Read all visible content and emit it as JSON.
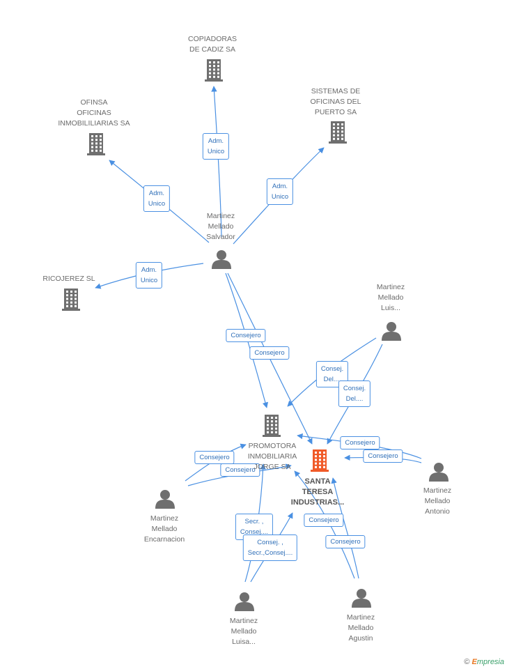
{
  "colors": {
    "edge": "#4a90e2",
    "company": "#6f6f6f",
    "main_company": "#f05a28",
    "person": "#6f6f6f"
  },
  "nodes": {
    "copiadoras": {
      "label": "COPIADORAS\nDE CADIZ SA",
      "kind": "company"
    },
    "ofinsa": {
      "label": "OFINSA\nOFICINAS\nINMOBILILIARIAS SA",
      "kind": "company"
    },
    "sistemas": {
      "label": "SISTEMAS DE\nOFICINAS DEL\nPUERTO SA",
      "kind": "company"
    },
    "ricojerez": {
      "label": "RICOJEREZ  SL",
      "kind": "company"
    },
    "promotora": {
      "label": "PROMOTORA\nINMOBILIARIA\nJORGE SA",
      "kind": "company"
    },
    "santa_teresa": {
      "label": "SANTA\nTERESA\nINDUSTRIAS...",
      "kind": "main_company"
    },
    "salvador": {
      "label": "Martinez\nMellado\nSalvador",
      "kind": "person"
    },
    "luis": {
      "label": "Martinez\nMellado\nLuis...",
      "kind": "person"
    },
    "antonio": {
      "label": "Martinez\nMellado\nAntonio",
      "kind": "person"
    },
    "encarnacion": {
      "label": "Martinez\nMellado\nEncarnacion",
      "kind": "person"
    },
    "luisa": {
      "label": "Martinez\nMellado\nLuisa...",
      "kind": "person"
    },
    "agustin": {
      "label": "Martinez\nMellado\nAgustin",
      "kind": "person"
    }
  },
  "edges": [
    {
      "from": "salvador",
      "to": "copiadoras",
      "label": "Adm.\nUnico"
    },
    {
      "from": "salvador",
      "to": "ofinsa",
      "label": "Adm.\nUnico"
    },
    {
      "from": "salvador",
      "to": "sistemas",
      "label": "Adm.\nUnico"
    },
    {
      "from": "salvador",
      "to": "ricojerez",
      "label": "Adm.\nUnico"
    },
    {
      "from": "salvador",
      "to": "promotora",
      "label": "Consejero"
    },
    {
      "from": "salvador",
      "to": "santa_teresa",
      "label": "Consejero"
    },
    {
      "from": "luis",
      "to": "promotora",
      "label": "Consej.\nDel...."
    },
    {
      "from": "luis",
      "to": "santa_teresa",
      "label": "Consej.\nDel...."
    },
    {
      "from": "antonio",
      "to": "promotora",
      "label": "Consejero"
    },
    {
      "from": "antonio",
      "to": "santa_teresa",
      "label": "Consejero"
    },
    {
      "from": "encarnacion",
      "to": "promotora",
      "label": "Consejero"
    },
    {
      "from": "encarnacion",
      "to": "santa_teresa",
      "label": "Consejero"
    },
    {
      "from": "luisa",
      "to": "promotora",
      "label": "Secr. ,\nConsej...."
    },
    {
      "from": "luisa",
      "to": "santa_teresa",
      "label": "Consej. ,\nSecr.,Consej...."
    },
    {
      "from": "agustin",
      "to": "promotora",
      "label": "Consejero"
    },
    {
      "from": "agustin",
      "to": "santa_teresa",
      "label": "Consejero"
    }
  ],
  "footer": {
    "copyright": "©",
    "brand_e": "E",
    "brand_rest": "mpresia"
  }
}
